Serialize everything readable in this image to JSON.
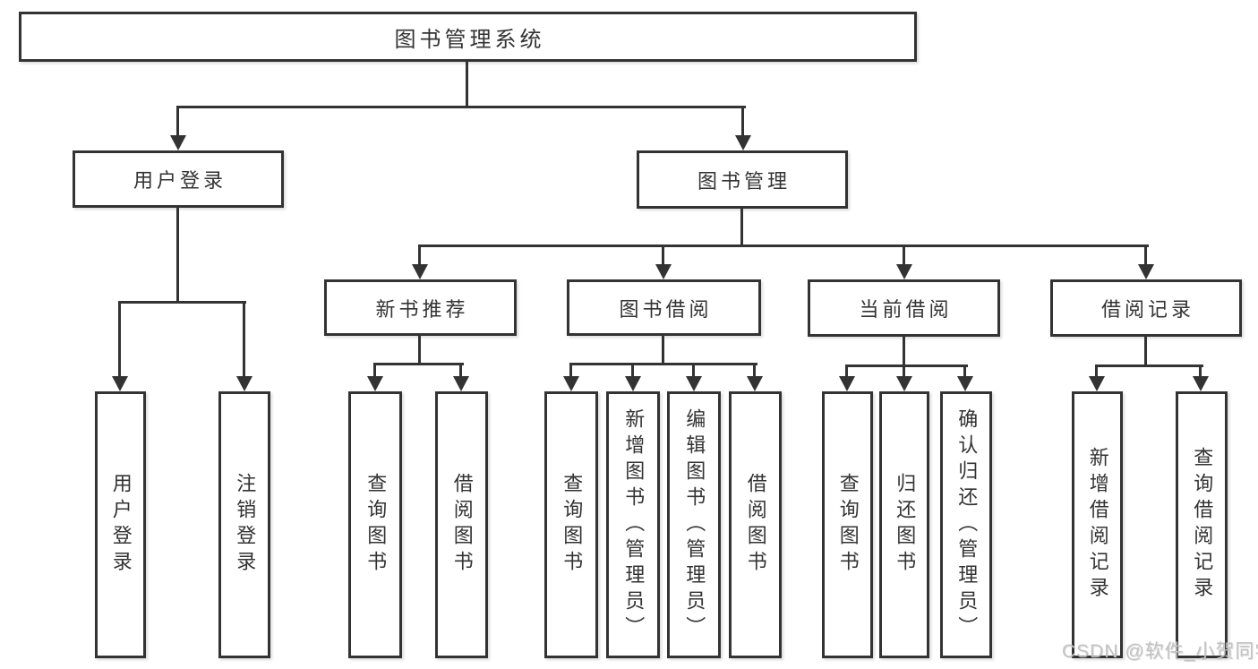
{
  "title": "图书管理系统",
  "watermark": "CSDN @软件_小贺同学",
  "colors": {
    "line": "#333333",
    "text": "#333333",
    "background": "#ffffff",
    "watermark": "#c3c3c3"
  },
  "chart_type": "hierarchy-diagram",
  "tree": {
    "label": "图书管理系统",
    "children": [
      {
        "label": "用户登录",
        "children": [
          {
            "label": "用户登录"
          },
          {
            "label": "注销登录"
          }
        ]
      },
      {
        "label": "图书管理",
        "children": [
          {
            "label": "新书推荐",
            "children": [
              {
                "label": "查询图书"
              },
              {
                "label": "借阅图书"
              }
            ]
          },
          {
            "label": "图书借阅",
            "children": [
              {
                "label": "查询图书"
              },
              {
                "label": "新增图书（管理员）"
              },
              {
                "label": "编辑图书（管理员）"
              },
              {
                "label": "借阅图书"
              }
            ]
          },
          {
            "label": "当前借阅",
            "children": [
              {
                "label": "查询图书"
              },
              {
                "label": "归还图书"
              },
              {
                "label": "确认归还（管理员）"
              }
            ]
          },
          {
            "label": "借阅记录",
            "children": [
              {
                "label": "新增借阅记录"
              },
              {
                "label": "查询借阅记录"
              }
            ]
          }
        ]
      }
    ]
  }
}
